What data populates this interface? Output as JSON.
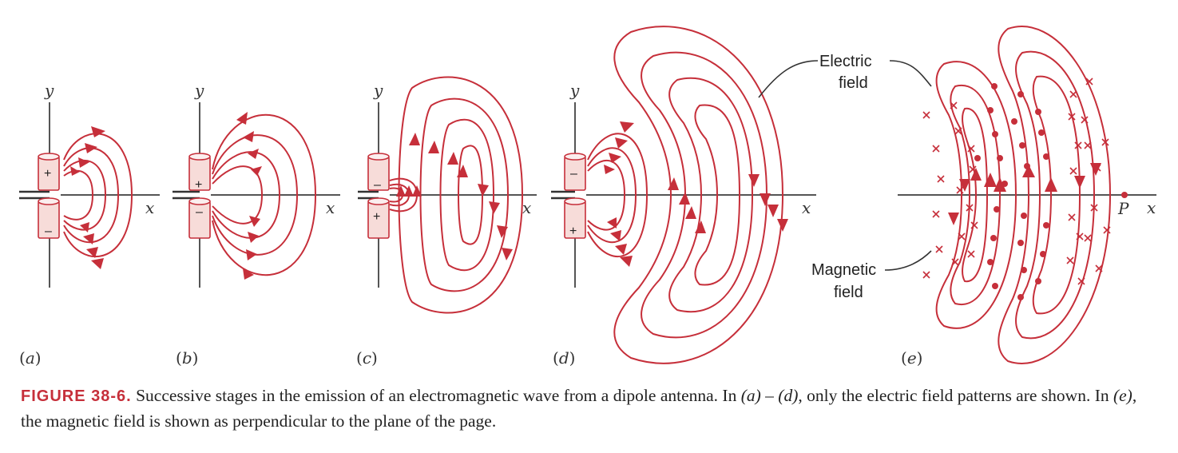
{
  "panels": [
    {
      "label_open": "(",
      "label_letter": "a",
      "label_close": ")",
      "y_label": "y",
      "x_label": "x",
      "top_sign": "+",
      "bottom_sign": "–"
    },
    {
      "label_open": "(",
      "label_letter": "b",
      "label_close": ")",
      "y_label": "y",
      "x_label": "x",
      "top_sign": "+",
      "bottom_sign": "–"
    },
    {
      "label_open": "(",
      "label_letter": "c",
      "label_close": ")",
      "y_label": "y",
      "x_label": "x",
      "top_sign": "–",
      "bottom_sign": "+"
    },
    {
      "label_open": "(",
      "label_letter": "d",
      "label_close": ")",
      "y_label": "y",
      "x_label": "x",
      "top_sign": "–",
      "bottom_sign": "+"
    },
    {
      "label_open": "(",
      "label_letter": "e",
      "label_close": ")",
      "x_label": "x",
      "point_label": "P"
    }
  ],
  "callouts": {
    "electric_line1": "Electric",
    "electric_line2": "field",
    "magnetic_line1": "Magnetic",
    "magnetic_line2": "field"
  },
  "caption": {
    "figure_number": "FIGURE 38-6.",
    "text_1": " Successive stages in the emission of an electromagnetic wave from a dipole antenna. In ",
    "ref_a": "(a)",
    "dash": " – ",
    "ref_d": "(d)",
    "text_2": ", only the electric field patterns are shown. In ",
    "ref_e": "(e)",
    "text_3": ", the magnetic field is shown as perpendicular to the plane of the page."
  },
  "colors": {
    "field": "#c62f3a",
    "rod_fill": "#f7dcd9",
    "figure_number": "#c62f3a"
  }
}
